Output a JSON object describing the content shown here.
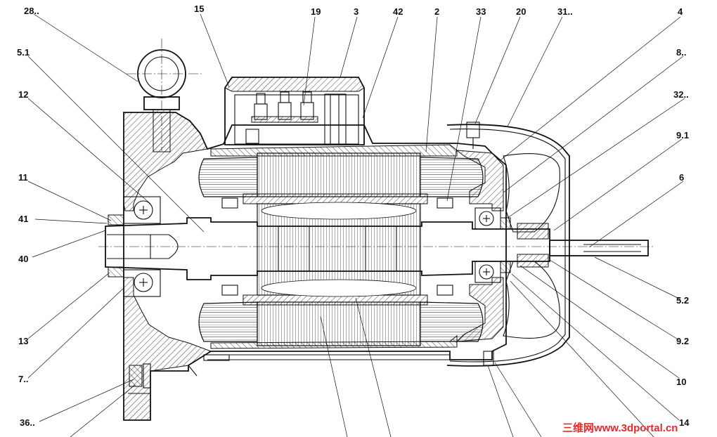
{
  "diagram": {
    "labels": [
      {
        "id": "28",
        "text": "28.."
      },
      {
        "id": "15",
        "text": "15"
      },
      {
        "id": "19",
        "text": "19"
      },
      {
        "id": "3",
        "text": "3"
      },
      {
        "id": "42",
        "text": "42"
      },
      {
        "id": "2",
        "text": "2"
      },
      {
        "id": "33",
        "text": "33"
      },
      {
        "id": "20",
        "text": "20"
      },
      {
        "id": "31",
        "text": "31.."
      },
      {
        "id": "4",
        "text": "4"
      },
      {
        "id": "5_1",
        "text": "5.1"
      },
      {
        "id": "8",
        "text": "8.."
      },
      {
        "id": "12",
        "text": "12"
      },
      {
        "id": "32",
        "text": "32.."
      },
      {
        "id": "9_1",
        "text": "9.1"
      },
      {
        "id": "11",
        "text": "11"
      },
      {
        "id": "6",
        "text": "6"
      },
      {
        "id": "41",
        "text": "41"
      },
      {
        "id": "40",
        "text": "40"
      },
      {
        "id": "5_2",
        "text": "5.2"
      },
      {
        "id": "13",
        "text": "13"
      },
      {
        "id": "9_2",
        "text": "9.2"
      },
      {
        "id": "7",
        "text": "7.."
      },
      {
        "id": "10",
        "text": "10"
      },
      {
        "id": "36",
        "text": "36.."
      },
      {
        "id": "14",
        "text": "14"
      }
    ],
    "watermark": "三维网www.3dportal.cn",
    "colors": {
      "line": "#111111",
      "watermark": "#e8282a",
      "background": "#ffffff"
    }
  }
}
